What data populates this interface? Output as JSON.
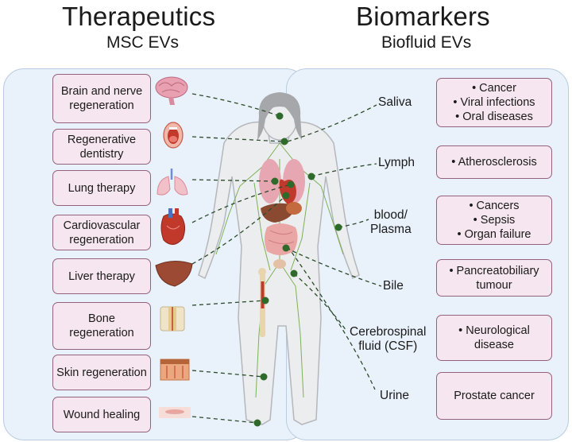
{
  "left_title": "Therapeutics",
  "left_subtitle": "MSC EVs",
  "right_title": "Biomarkers",
  "right_subtitle": "Biofluid EVs",
  "therapies": [
    "Brain and nerve\nregeneration",
    "Regenerative\ndentistry",
    "Lung therapy",
    "Cardiovascular\nregeneration",
    "Liver therapy",
    "Bone\nregeneration",
    "Skin regeneration",
    "Wound healing"
  ],
  "therapy_icons": [
    "brain-icon",
    "mouth-icon",
    "lungs-icon",
    "heart-icon",
    "liver-icon",
    "bone-icon",
    "skin-icon",
    "wound-icon"
  ],
  "biofluids": [
    "Saliva",
    "Lymph",
    "blood/\nPlasma",
    "Bile",
    "Cerebrospinal\nfluid (CSF)",
    "Urine"
  ],
  "biomarkers": [
    [
      "• Cancer",
      "• Viral infections",
      "• Oral diseases"
    ],
    [
      "• Atherosclerosis"
    ],
    [
      "• Cancers",
      "• Sepsis",
      "• Organ failure"
    ],
    [
      "• Pancreatobiliary",
      "tumour"
    ],
    [
      "• Neurological",
      "disease"
    ],
    [
      "Prostate cancer"
    ]
  ],
  "colors": {
    "panel": "#e9f1fa",
    "panel_border": "#b8cce3",
    "box_fill": "#f6e6ef",
    "box_border": "#94617f",
    "dot": "#2e6b2a",
    "lymph": "#5a9a35"
  }
}
